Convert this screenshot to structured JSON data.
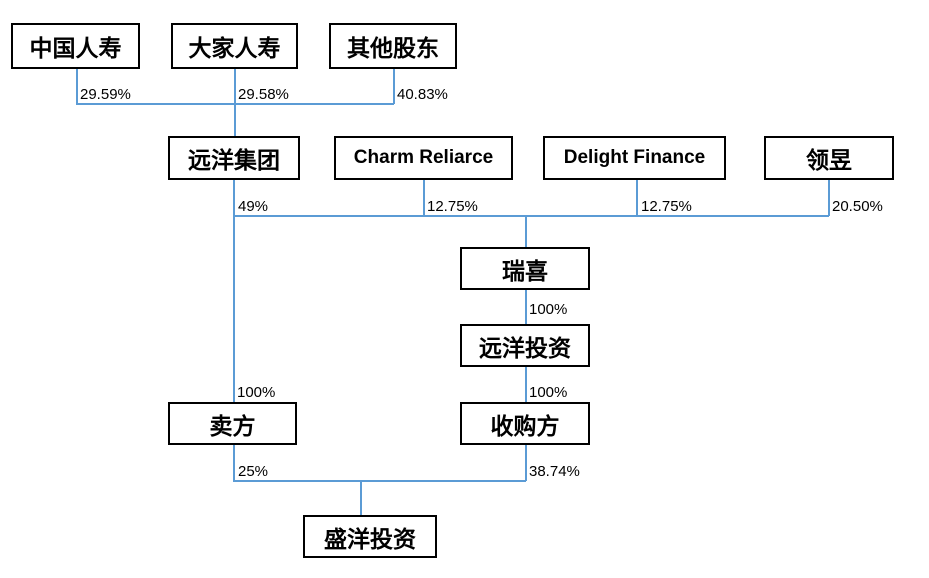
{
  "diagram": {
    "type": "ownership-structure",
    "colors": {
      "connector": "#5B9BD5",
      "box_border": "#000000",
      "text": "#000000",
      "background": "#FFFFFF"
    },
    "nodes": {
      "china_life": {
        "label": "中国人寿"
      },
      "dajia_life": {
        "label": "大家人寿"
      },
      "other_shareholders": {
        "label": "其他股东"
      },
      "sino_ocean_group": {
        "label": "远洋集团"
      },
      "charm_reliarce": {
        "label": "Charm Reliarce"
      },
      "delight_finance": {
        "label": "Delight Finance"
      },
      "lingyu": {
        "label": "领昱"
      },
      "ruixi": {
        "label": "瑞喜"
      },
      "sino_ocean_investment": {
        "label": "远洋投资"
      },
      "seller": {
        "label": "卖方"
      },
      "acquirer": {
        "label": "收购方"
      },
      "shengyang_investment": {
        "label": "盛洋投资"
      }
    },
    "edges": [
      {
        "from": "china_life",
        "to": "sino_ocean_group",
        "label": "29.59%"
      },
      {
        "from": "dajia_life",
        "to": "sino_ocean_group",
        "label": "29.58%"
      },
      {
        "from": "other_shareholders",
        "to": "sino_ocean_group",
        "label": "40.83%"
      },
      {
        "from": "sino_ocean_group",
        "to": "ruixi",
        "label": "49%"
      },
      {
        "from": "charm_reliarce",
        "to": "ruixi",
        "label": "12.75%"
      },
      {
        "from": "delight_finance",
        "to": "ruixi",
        "label": "12.75%"
      },
      {
        "from": "lingyu",
        "to": "ruixi",
        "label": "20.50%"
      },
      {
        "from": "ruixi",
        "to": "sino_ocean_investment",
        "label": "100%"
      },
      {
        "from": "sino_ocean_group",
        "to": "seller",
        "label": "100%"
      },
      {
        "from": "sino_ocean_investment",
        "to": "acquirer",
        "label": "100%"
      },
      {
        "from": "seller",
        "to": "shengyang_investment",
        "label": "25%"
      },
      {
        "from": "acquirer",
        "to": "shengyang_investment",
        "label": "38.74%"
      }
    ]
  }
}
